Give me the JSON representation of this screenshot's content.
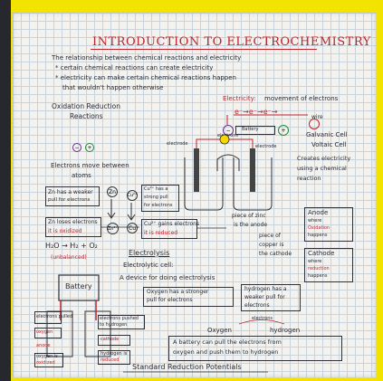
{
  "title": "INTRODUCTION TO ELECTROCHEMISTRY",
  "intro": {
    "line1": "The relationship between chemical reactions and electricity",
    "line2": "* certain chemical reactions can create electricity",
    "line3": "* electricity can make certain chemical reactions happen",
    "line4": "that wouldn't happen otherwise"
  },
  "left": {
    "redox_title_1": "Oxidation Reduction",
    "redox_title_2": "Reactions",
    "electron_move_1": "Electrons move between",
    "electron_move_2": "atoms",
    "zn_weaker_1": "Zn has a weaker",
    "zn_weaker_2": "pull for electrons",
    "zn_loses_1": "Zn loses electrons",
    "zn_loses_2": "it is oxidized",
    "h2o_eq": "H₂O → H₂ + O₂",
    "unbalanced": "(unbalanced)",
    "battery": "Battery",
    "electrons_pulled": "electrons pulled",
    "oxygen_anode_1": "oxygen",
    "oxygen_anode_2": "anode",
    "oxygen_oxidized_1": "oxygen is",
    "oxygen_oxidized_2": "oxidized",
    "e_pushed_1": "electrons pushed",
    "e_pushed_2": "to hydrogen",
    "cathode": "cathode",
    "hydrogen_reduced_1": "hydrogen is",
    "hydrogen_reduced_2": "reduced"
  },
  "center": {
    "electricity_1": "Electricity:",
    "electricity_2": "movement of electrons",
    "e_chain": "e⁻→e⁻→e⁻→",
    "wire": "wire",
    "battery_small": "Battery",
    "electrode": "electrode",
    "electrons": "electrons",
    "cu_strong_1": "Cu²⁺ has a",
    "cu_strong_2": "strong pull",
    "cu_strong_3": "for electrons",
    "cu_gains_1": "Cu²⁺ gains electrons",
    "cu_gains_2": "it is reduced",
    "piece_zinc_1": "piece of zinc",
    "piece_zinc_2": "is the anode",
    "piece_copper_1": "piece of",
    "piece_copper_2": "copper is",
    "piece_copper_3": "the cathode",
    "electrolysis": "Electrolysis",
    "electrolytic_cell": "Electrolytic cell:",
    "device": "A device for doing electrolysis",
    "oxygen_stronger_1": "Oxygen has a stronger",
    "oxygen_stronger_2": "pull for electrons",
    "hydrogen_weaker_1": "hydrogen has a",
    "hydrogen_weaker_2": "weaker pull for",
    "hydrogen_weaker_3": "electrons",
    "oxygen": "Oxygen",
    "electrons_label": "electrons",
    "hydrogen": "hydrogen",
    "battery_pull_1": "A battery can pull the electrons from",
    "battery_pull_2": "oxygen and push them to hydrogen",
    "standard": "Standard Reduction Potentials"
  },
  "right": {
    "galvanic_1": "Galvanic Cell",
    "galvanic_2": "Voltaic Cell",
    "creates_1": "Creates electricity",
    "creates_2": "using a chemical",
    "creates_3": "reaction",
    "anode_title": "Anode",
    "anode_where": "where",
    "anode_ox": "Oxidation",
    "anode_happens": "happens",
    "cathode_title": "Cathode",
    "cathode_where": "where",
    "cathode_red": "reduction",
    "cathode_happens": "happens"
  },
  "atoms": {
    "minus": "−",
    "plus": "+",
    "zn": "Zn",
    "cu": "Cu",
    "zn2": "Zn²⁺",
    "cu2": "Cu²⁺"
  },
  "colors": {
    "title_red": "#c0222c",
    "highlight_green": "#1e8a3c",
    "highlight_purple": "#6a2c8a",
    "frame_yellow": "#f2e400"
  }
}
